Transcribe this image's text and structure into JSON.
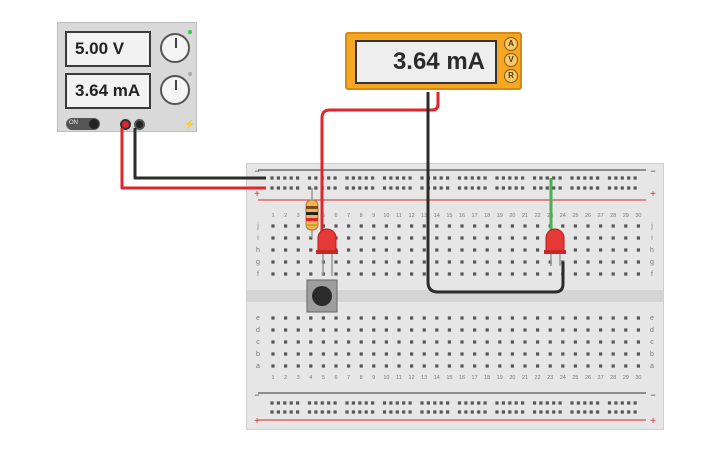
{
  "power_supply": {
    "voltage_display": "5.00 V",
    "current_display": "3.64 mA",
    "on_label": "ON"
  },
  "multimeter": {
    "display": "3.64 mA",
    "mode_buttons": [
      "A",
      "V",
      "R"
    ]
  },
  "breadboard": {
    "column_numbers": [
      "1",
      "2",
      "3",
      "4",
      "5",
      "6",
      "7",
      "8",
      "9",
      "10",
      "11",
      "12",
      "13",
      "14",
      "15",
      "16",
      "17",
      "18",
      "19",
      "20",
      "21",
      "22",
      "23",
      "24",
      "25",
      "26",
      "27",
      "28",
      "29",
      "30"
    ],
    "top_row_letters": [
      "j",
      "i",
      "h",
      "g",
      "f"
    ],
    "bottom_row_letters": [
      "e",
      "d",
      "c",
      "b",
      "a"
    ],
    "rail_minus": "−",
    "rail_plus": "+"
  },
  "colors": {
    "wire_red": "#e0262b",
    "wire_black": "#2b2b2b",
    "wire_green": "#4caf50",
    "led_red": "#e53935",
    "meter_body": "#f5a623"
  },
  "icons": [
    "power-supply",
    "multimeter",
    "breadboard",
    "resistor",
    "led",
    "pushbutton"
  ]
}
